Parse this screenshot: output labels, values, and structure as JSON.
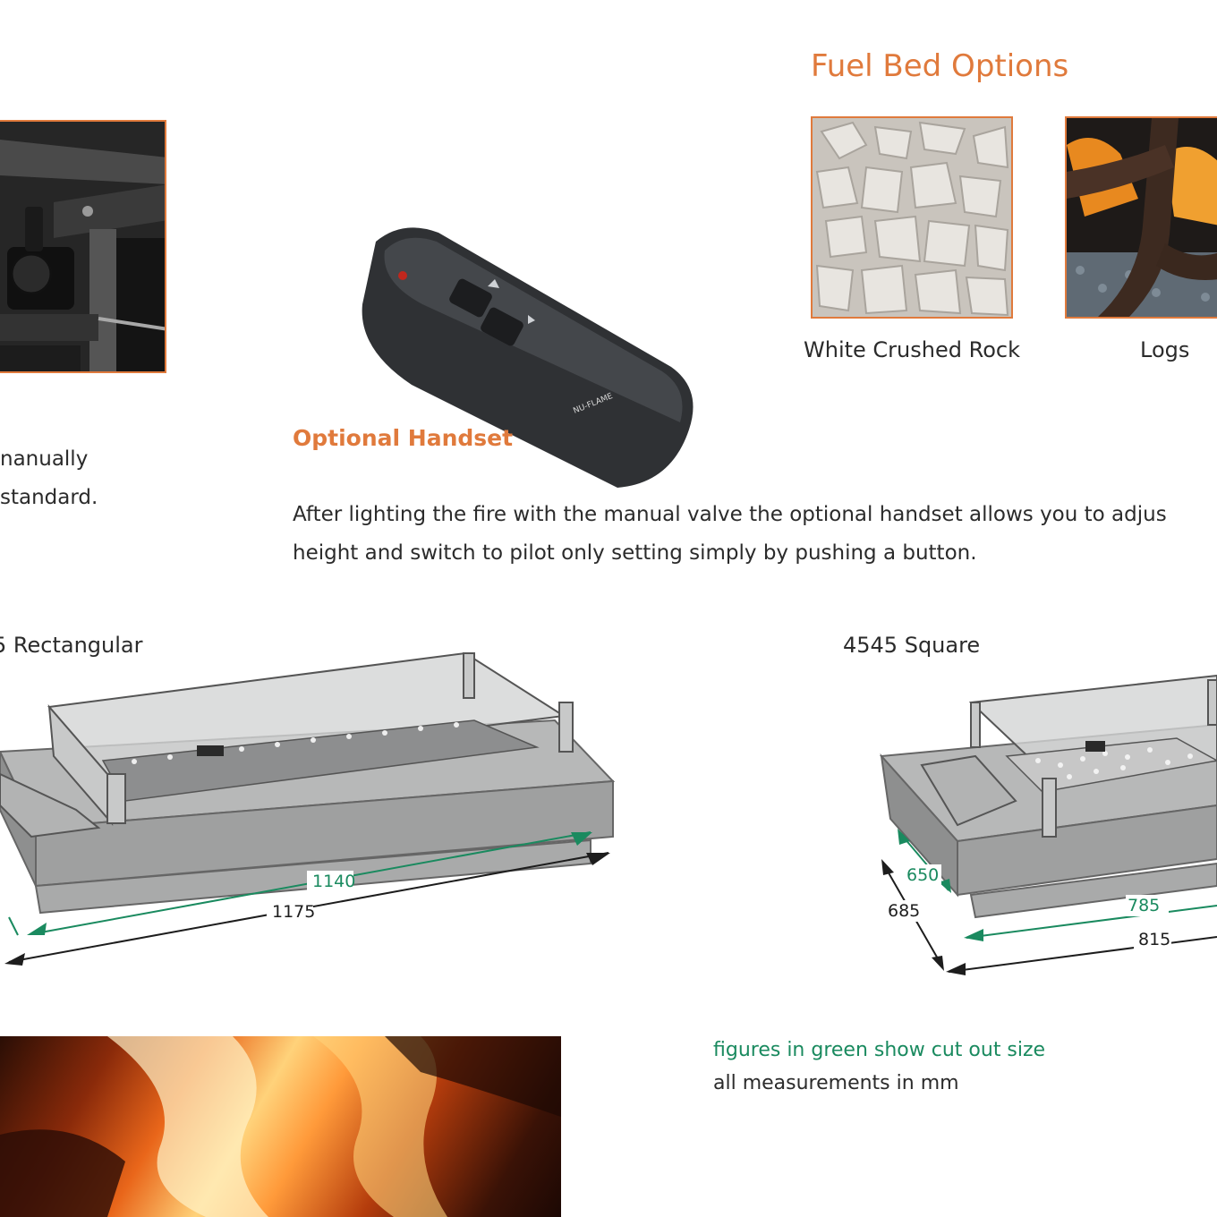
{
  "valve_text": {
    "line1": "nanually",
    "line2": "standard."
  },
  "fuel_bed": {
    "title": "Fuel Bed Options",
    "options": [
      {
        "label": "White Crushed Rock"
      },
      {
        "label": "Logs"
      }
    ]
  },
  "handset": {
    "label": "Optional Handset",
    "brand": "NU-FLAME",
    "description_line1": "After lighting the fire with the manual valve the optional handset allows you to adjus",
    "description_line2": "height and switch to pilot only setting simply by pushing a button."
  },
  "diagrams": {
    "rect": {
      "title": "5 Rectangular",
      "dim_outer": "1175",
      "dim_cut": "1140"
    },
    "square": {
      "title": "4545 Square",
      "dim_outer_w": "815",
      "dim_cut_w": "785",
      "dim_outer_d": "685",
      "dim_cut_d": "650"
    }
  },
  "legend": {
    "green_note": "figures in green show cut out size",
    "note": "all measurements in mm"
  },
  "colors": {
    "accent": "#e07a3c",
    "green": "#1a8a5f",
    "text": "#2b2b2b"
  }
}
